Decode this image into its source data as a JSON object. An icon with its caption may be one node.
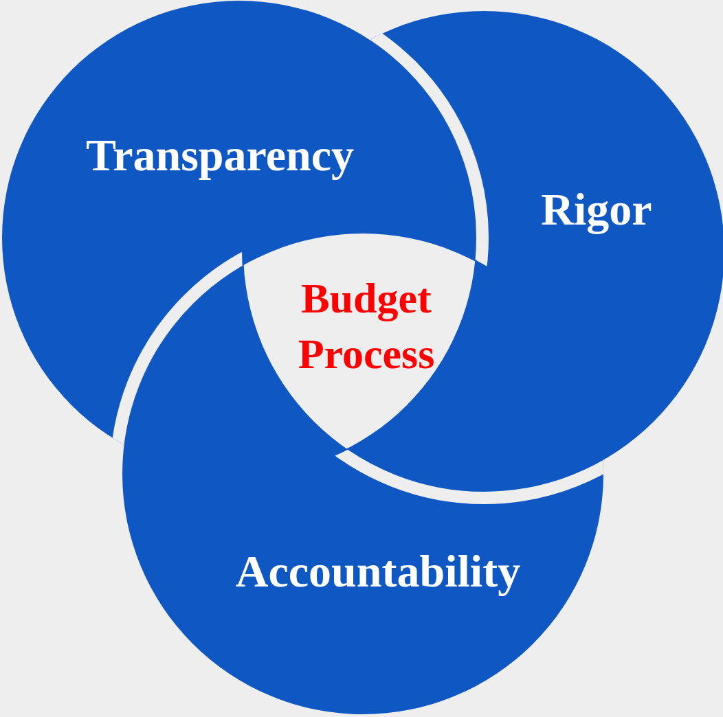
{
  "diagram": {
    "nodes": [
      {
        "text": [
          "Transparency"
        ]
      },
      {
        "text": [
          "Rigor"
        ]
      },
      {
        "text": [
          "Accountability"
        ]
      },
      {
        "text": [
          "Budget Process"
        ]
      }
    ]
  }
}
